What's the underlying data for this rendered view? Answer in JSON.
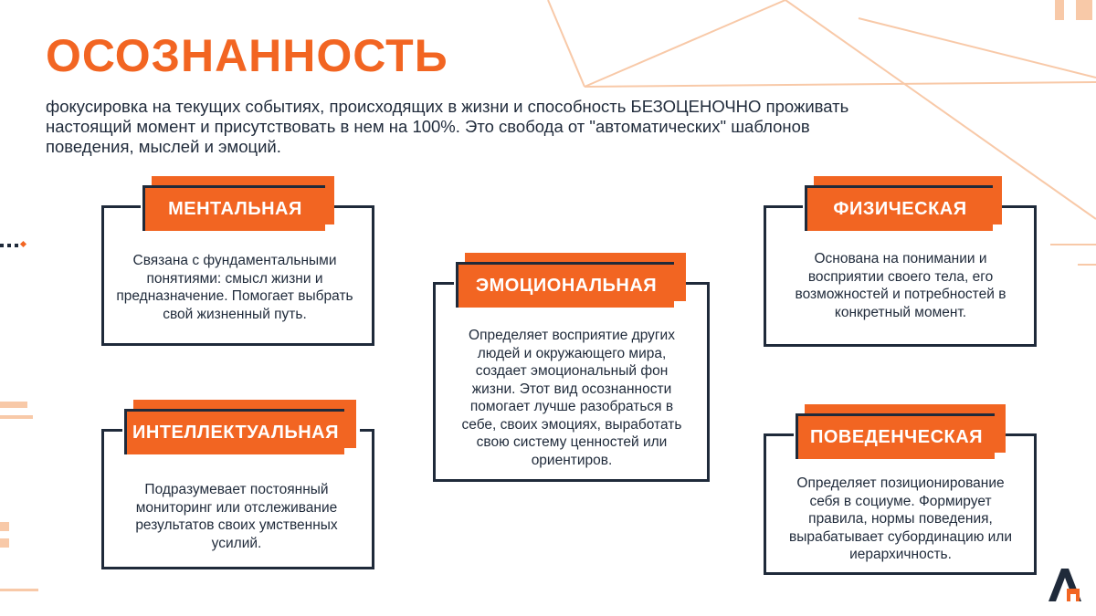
{
  "title": "ОСОЗНАННОСТЬ",
  "subtitle": "фокусировка на текущих событиях, происходящих в жизни и способность БЕЗОЦЕНОЧНО проживать настоящий момент и присутствовать в нем на 100%. Это свобода от \"автоматических\" шаблонов поведения, мыслей и эмоций.",
  "colors": {
    "accent": "#f26522",
    "dark": "#1f2a3a",
    "decor_light": "#f8c9a8"
  },
  "cards": [
    {
      "label": "МЕНТАЛЬНАЯ",
      "text": "Связана с фундаментальными понятиями: смысл жизни и предназначение. Помогает выбрать свой жизненный путь."
    },
    {
      "label": "ЭМОЦИОНАЛЬНАЯ",
      "text": "Определяет восприятие других людей и окружающего мира, создает эмоциональный фон жизни. Этот вид осознанности помогает лучше разобраться в себе, своих эмоциях, выработать свою систему ценностей или ориентиров."
    },
    {
      "label": "ФИЗИЧЕСКАЯ",
      "text": "Основана на понимании и восприятии своего тела, его возможностей и потребностей в конкретный момент."
    },
    {
      "label": "ИНТЕЛЛЕКТУАЛЬНАЯ",
      "text": "Подразумевает постоянный мониторинг или отслеживание результатов своих умственных усилий."
    },
    {
      "label": "ПОВЕДЕНЧЕСКАЯ",
      "text": "Определяет позиционирование себя в социуме. Формирует правила, нормы поведения, вырабатывает субординацию или иерархичность."
    }
  ],
  "logo_icon": "brand-logo-icon"
}
